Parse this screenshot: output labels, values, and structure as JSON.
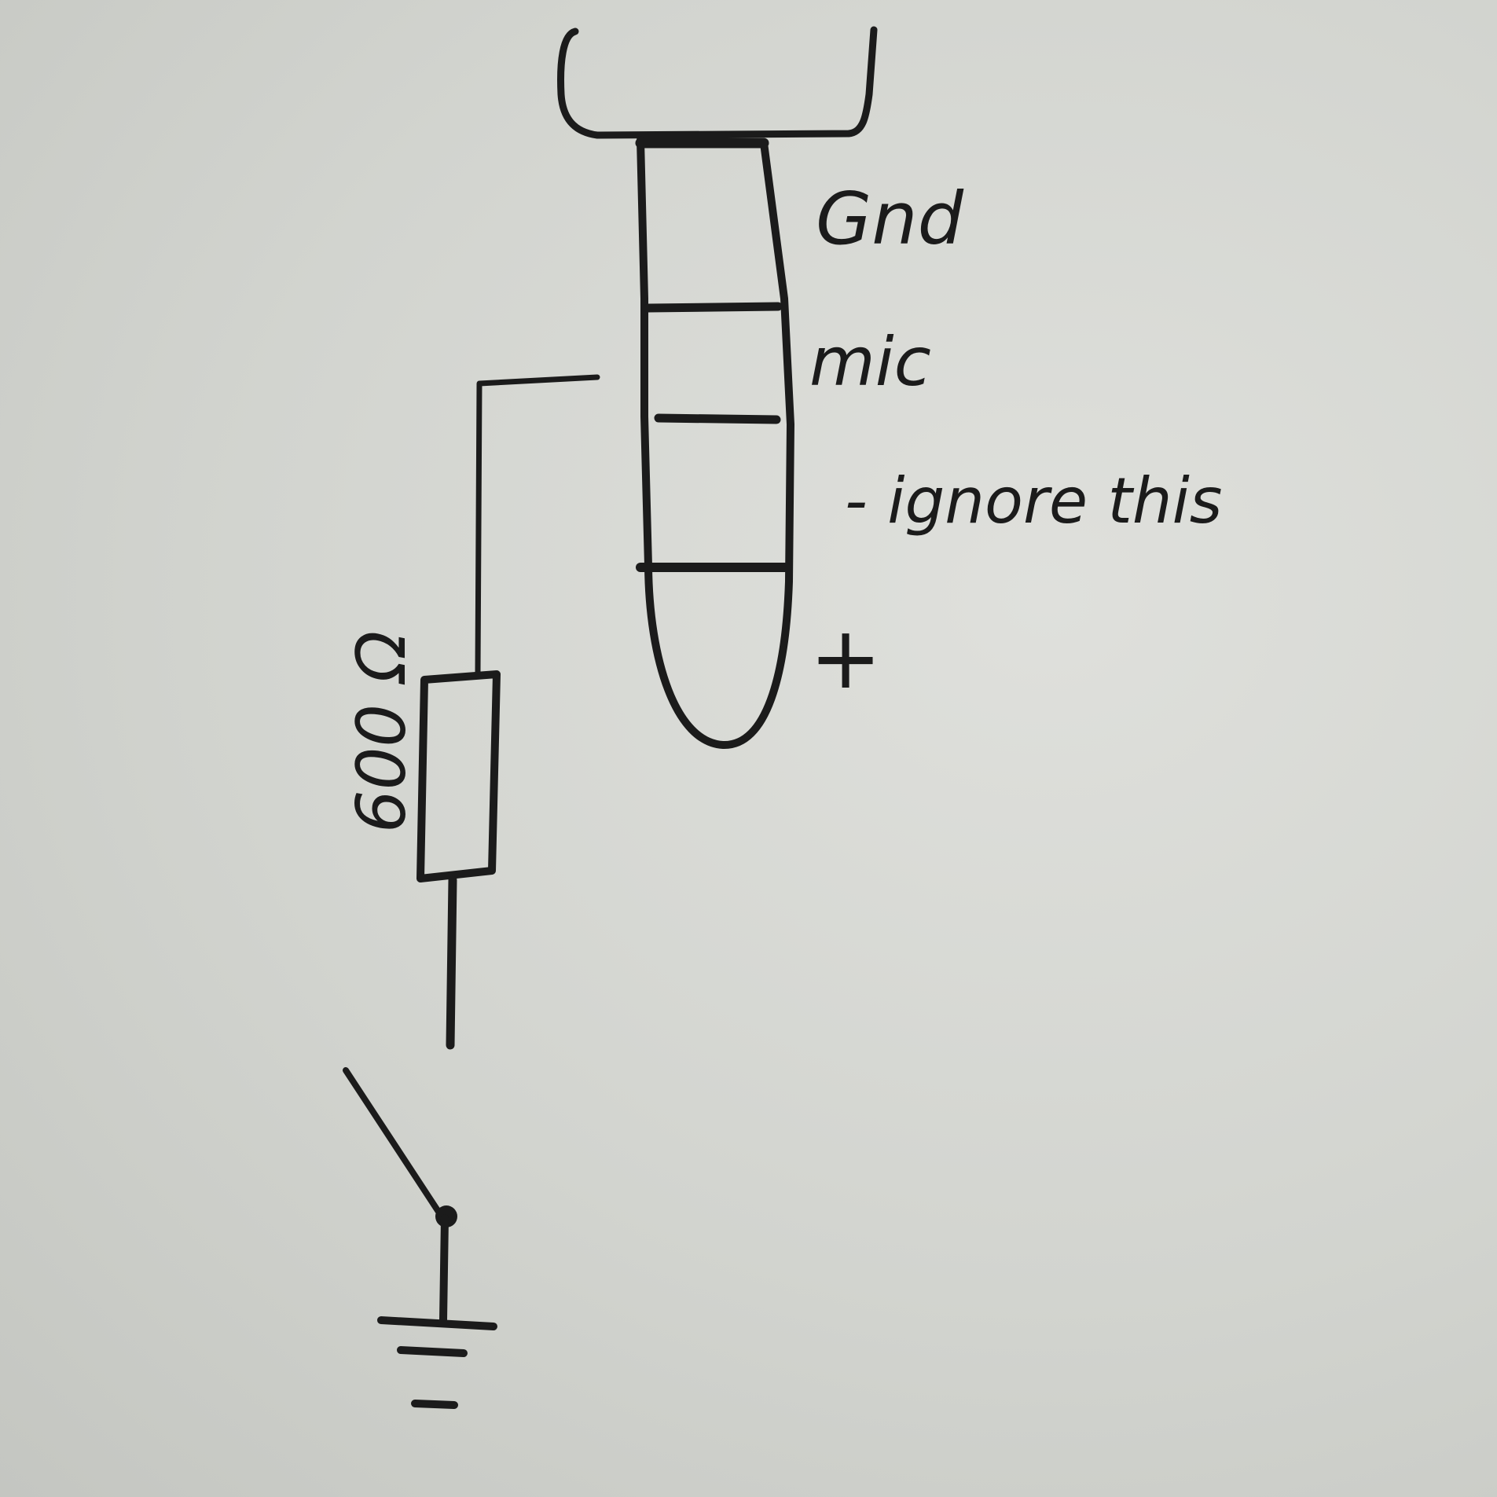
{
  "diagram": {
    "title": "",
    "jack_labels": {
      "sleeve": "Gnd",
      "ring2": "mic",
      "ring1": "- ignore this",
      "tip": "+"
    },
    "resistor": {
      "value": "600 Ω"
    }
  }
}
